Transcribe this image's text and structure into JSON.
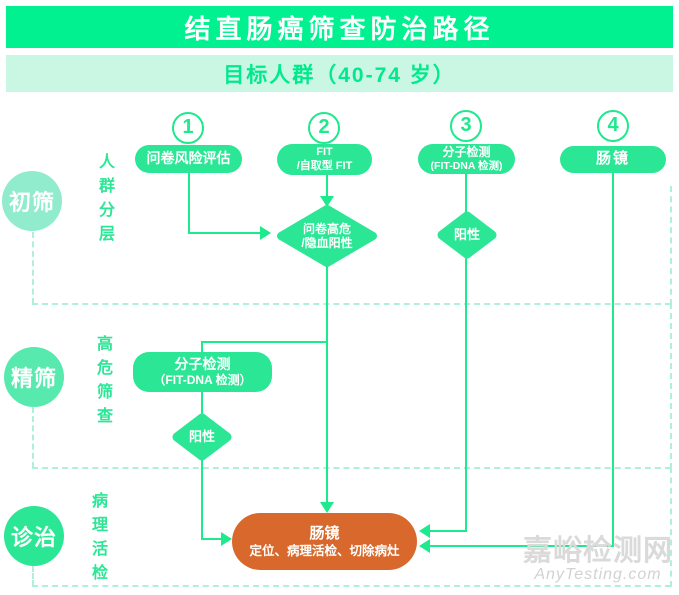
{
  "title": "结直肠癌筛查防治路径",
  "subtitle": "目标人群（40-74 岁）",
  "columns": [
    {
      "number": "1",
      "label1": "问卷风险评估",
      "label2": ""
    },
    {
      "number": "2",
      "label1": "FIT",
      "label2": "/自取型 FIT"
    },
    {
      "number": "3",
      "label1": "分子检测",
      "label2": "(FIT-DNA 检测)"
    },
    {
      "number": "4",
      "label1": "肠镜",
      "label2": ""
    }
  ],
  "stages": [
    {
      "circle": "初筛",
      "side_label": "人群分层"
    },
    {
      "circle": "精筛",
      "side_label": "高危筛查"
    },
    {
      "circle": "诊治",
      "side_label": "病理活检"
    }
  ],
  "nodes": {
    "questionnaire_diamond": {
      "line1": "问卷高危",
      "line2": "/隐血阳性"
    },
    "positive_row1": "阳性",
    "molecular_pill": {
      "line1": "分子检测",
      "line2": "（FIT-DNA 检测）"
    },
    "positive_row2": "阳性",
    "colonoscopy_box": {
      "line1": "肠镜",
      "line2": "定位、病理活检、切除病灶"
    }
  },
  "watermark": {
    "line1": "嘉峪检测网",
    "line2": "AnyTesting.com"
  },
  "colors": {
    "header_green": "#01f191",
    "subtitle_bg": "#c9f7e4",
    "node_green": "#2be795",
    "line_green": "#1de98d",
    "stage1_circle": "#90eccc",
    "stage2_circle": "#57e9ad",
    "stage3_circle": "#2be795",
    "orange": "#d8682b",
    "dashed_mint": "#aff0dc",
    "watermark_gray": "#dadada"
  }
}
